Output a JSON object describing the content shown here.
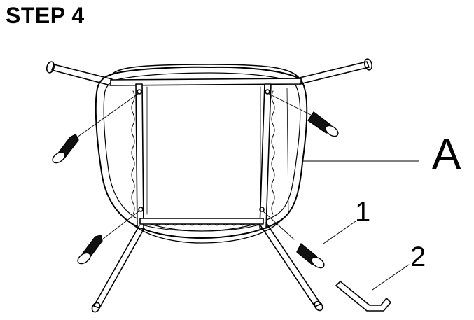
{
  "page": {
    "title": "STEP 4"
  },
  "callouts": {
    "part_a": "A",
    "part_1": "1",
    "part_2": "2"
  },
  "colors": {
    "ink": "#000000",
    "background": "#ffffff"
  }
}
